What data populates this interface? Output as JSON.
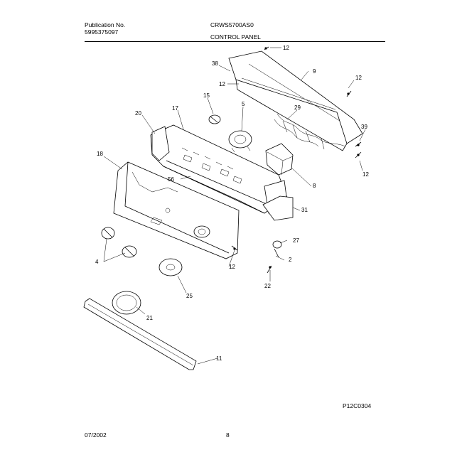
{
  "header": {
    "publication_label": "Publication No.",
    "publication_number": "5995375097",
    "model": "CRWS5700AS0",
    "section": "CONTROL PANEL"
  },
  "footer": {
    "date": "07/2002",
    "page": "8",
    "figure_code": "P12C0304"
  },
  "callouts": [
    "12",
    "38",
    "9",
    "12",
    "12",
    "15",
    "5",
    "20",
    "17",
    "29",
    "39",
    "18",
    "8",
    "12",
    "56",
    "31",
    "27",
    "4",
    "2",
    "12",
    "22",
    "25",
    "21",
    "11"
  ]
}
